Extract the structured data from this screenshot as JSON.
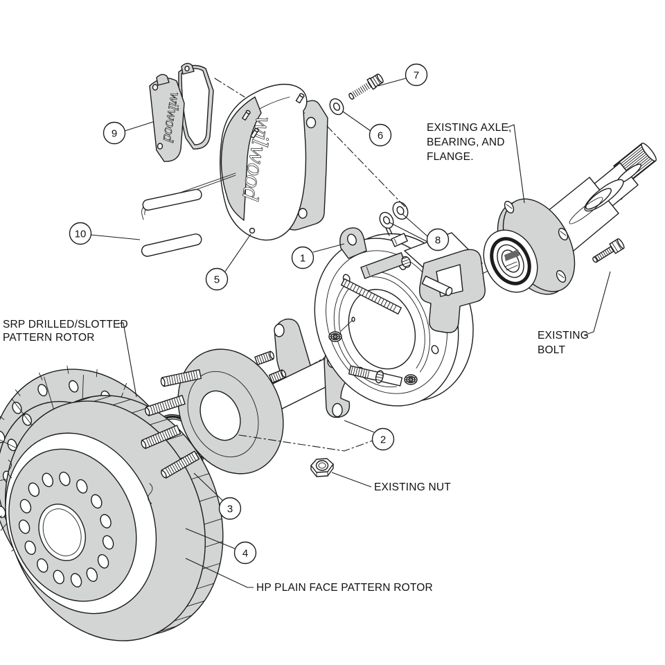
{
  "diagram": {
    "brand_script": "wilwood",
    "callouts": [
      "1",
      "2",
      "3",
      "4",
      "5",
      "6",
      "7",
      "8",
      "9",
      "10"
    ],
    "labels": {
      "existing_axle": {
        "line1": "EXISTING AXLE,",
        "line2": "BEARING, AND",
        "line3": "FLANGE."
      },
      "existing_bolt": {
        "line1": "EXISTING",
        "line2": "BOLT"
      },
      "existing_nut": "EXISTING NUT",
      "srp_rotor": {
        "line1": "SRP DRILLED/SLOTTED",
        "line2": "PATTERN ROTOR"
      },
      "hp_rotor": "HP PLAIN FACE PATTERN ROTOR"
    },
    "colors": {
      "background": "#ffffff",
      "line": "#1c1c1c",
      "part_fill": "#d3d5d5"
    }
  }
}
